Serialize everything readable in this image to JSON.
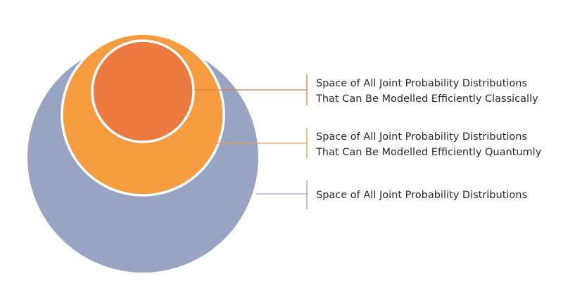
{
  "colors": {
    "outer": "#98a5c2",
    "middle": "#f59b40",
    "inner": "#eb7b40",
    "outline": "#ffffff",
    "text": "#2b2b2b"
  },
  "labels": {
    "classical": {
      "line1": "Space of All Joint Probability Distributions",
      "line2": "That Can Be Modelled Efficiently Classically"
    },
    "quantum": {
      "line1": "Space of All Joint Probability Distributions",
      "line2": "That Can Be Modelled Efficiently Quantumly"
    },
    "all": {
      "line1": "Space of All Joint Probability Distributions"
    }
  }
}
